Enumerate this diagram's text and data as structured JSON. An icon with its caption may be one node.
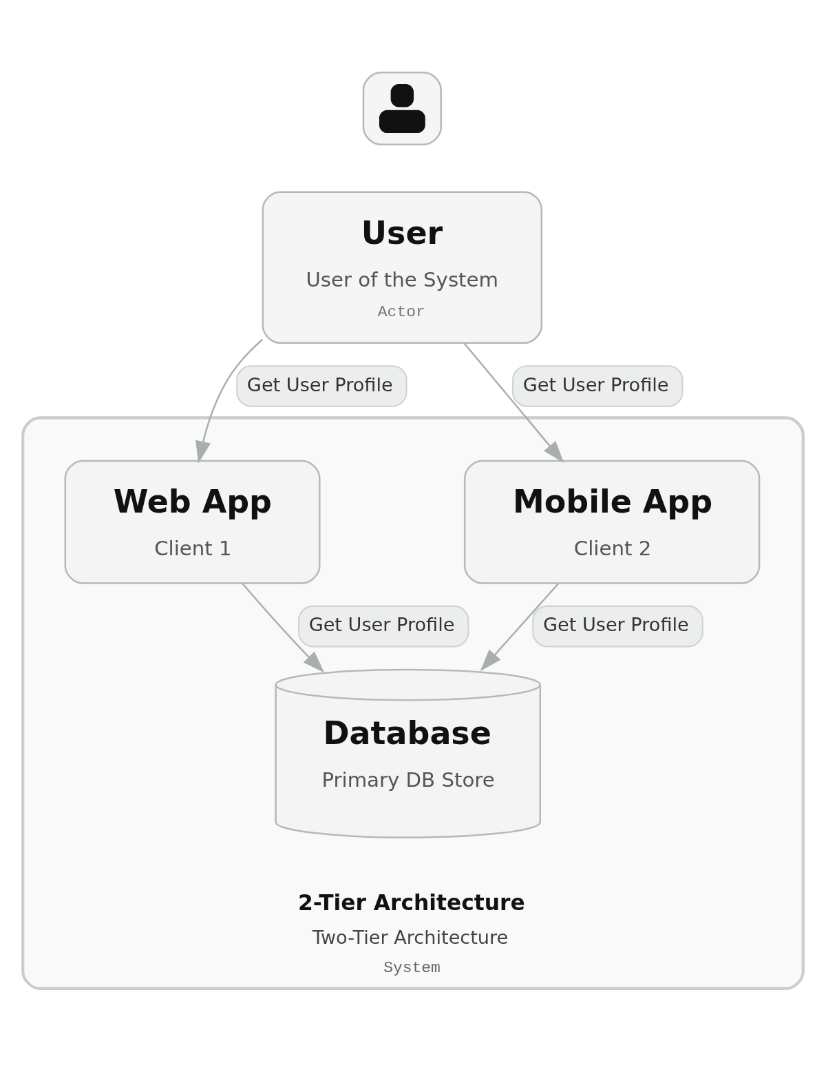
{
  "diagram": {
    "nodes": [
      {
        "text": [],
        "shape": "person"
      },
      {
        "text": [
          "User",
          "User of the System",
          "Actor"
        ]
      },
      {
        "text": [
          "2-Tier Architecture",
          "Two-Tier Architecture",
          "System"
        ]
      },
      {
        "text": [
          "Web App",
          "Client 1"
        ],
        "in": 2
      },
      {
        "text": [
          "Mobile App",
          "Client 2"
        ],
        "in": 2
      },
      {
        "text": [
          "Database",
          "Primary DB Store"
        ],
        "in": 2
      }
    ],
    "edges": [
      {
        "from": 1,
        "to": 3,
        "arrow": "to",
        "label": "Get User Profile"
      },
      {
        "from": 1,
        "to": 4,
        "arrow": "to",
        "label": "Get User Profile"
      },
      {
        "from": 3,
        "to": 5,
        "arrow": "to",
        "label": "Get User Profile"
      },
      {
        "from": 4,
        "to": 5,
        "arrow": "to",
        "label": "Get User Profile"
      }
    ]
  }
}
